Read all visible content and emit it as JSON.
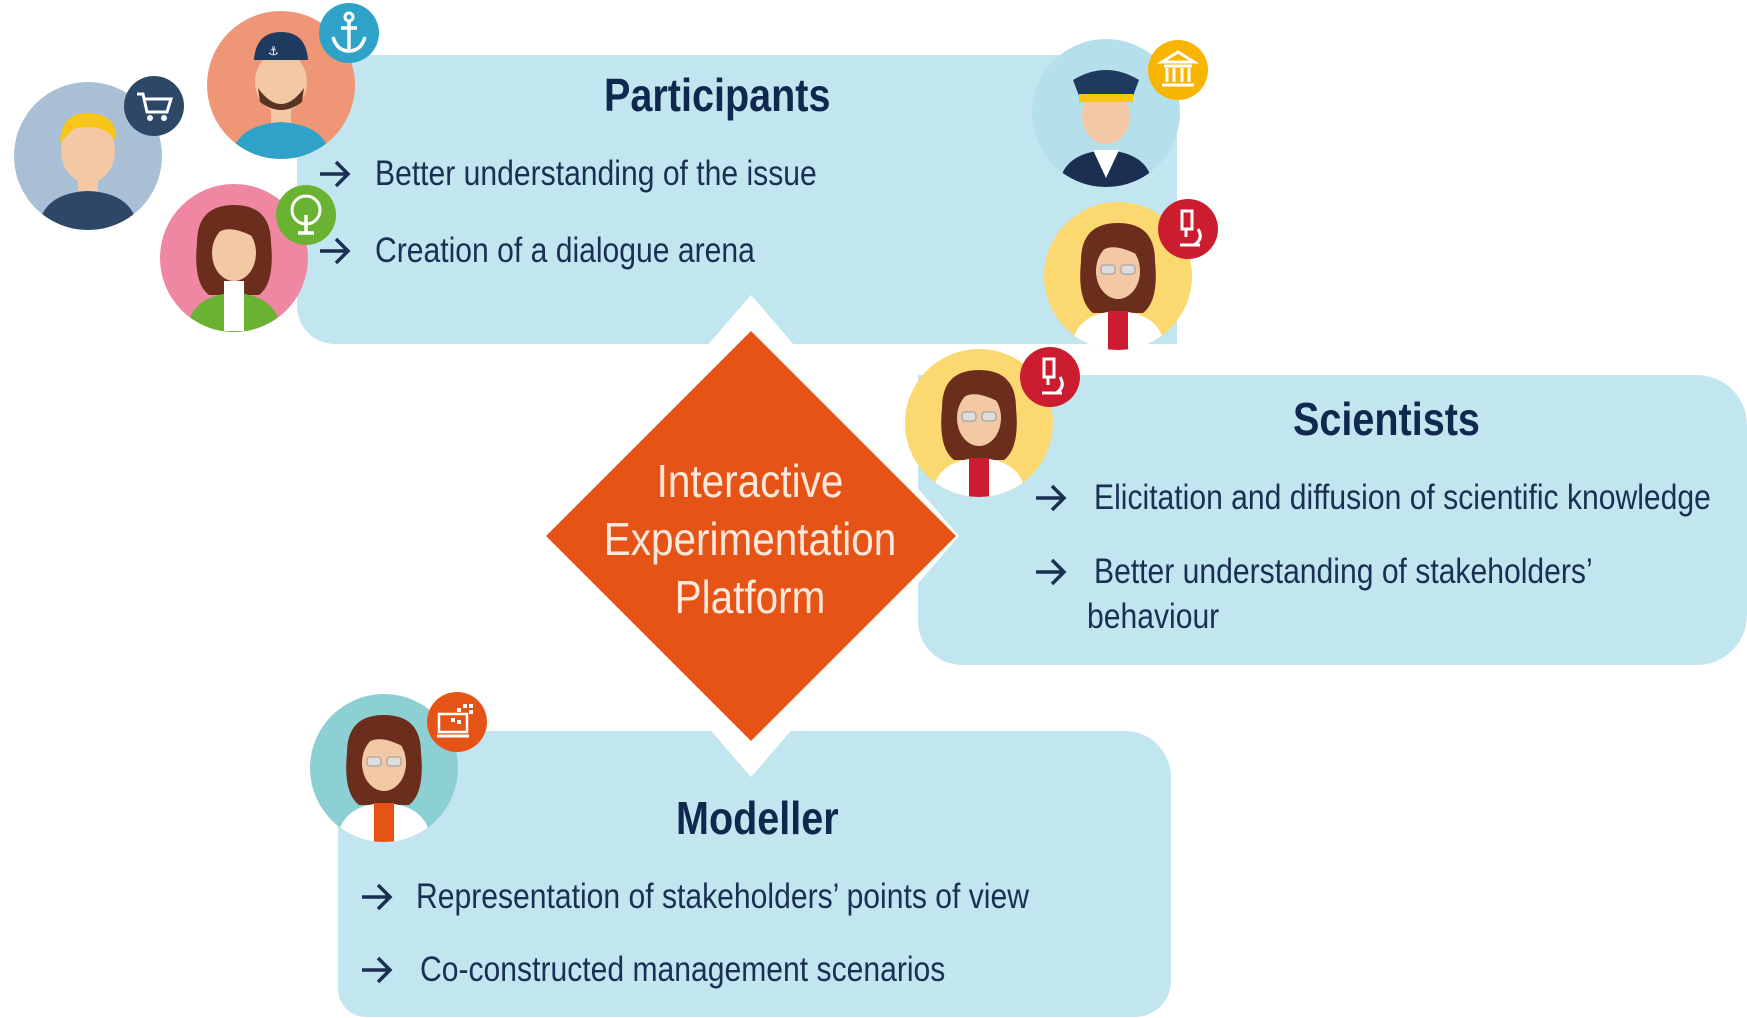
{
  "center": {
    "line1": "Interactive",
    "line2": "Experimentation",
    "line3": "Platform"
  },
  "participants": {
    "title": "Participants",
    "items": [
      "Better understanding of the issue",
      "Creation of a dialogue arena"
    ]
  },
  "scientists": {
    "title": "Scientists",
    "items": [
      "Elicitation and diffusion of scientific knowledge",
      "Better understanding of stakeholders’",
      "behaviour"
    ]
  },
  "modeller": {
    "title": "Modeller",
    "items": [
      "Representation of stakeholders’ points of view",
      "Co-constructed management scenarios"
    ]
  },
  "colors": {
    "panel": "#c2e6f0",
    "diamond": "#e55416",
    "text": "#1a2f52"
  },
  "icons": [
    "shopping-cart-icon",
    "anchor-icon",
    "tree-icon",
    "building-icon",
    "microscope-icon",
    "computer-data-icon",
    "arrow-right-icon"
  ]
}
